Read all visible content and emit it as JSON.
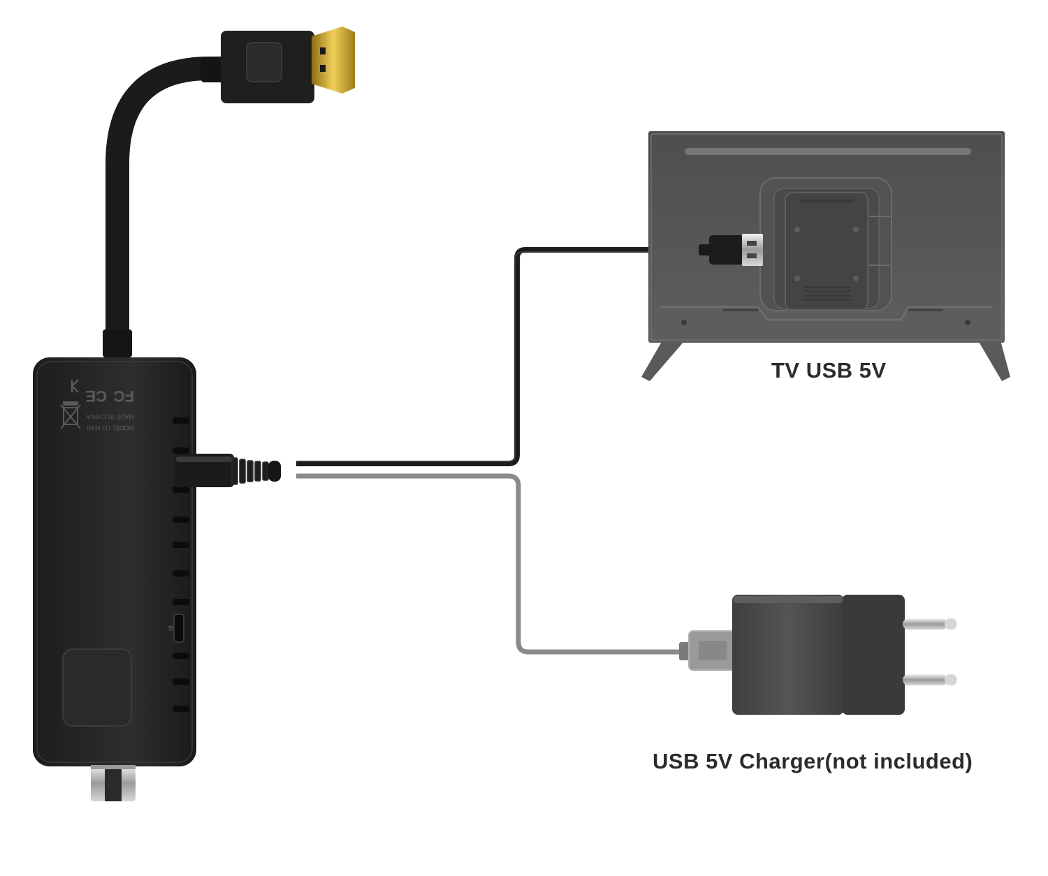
{
  "labels": {
    "tv": "TV USB 5V",
    "charger": "USB 5V Charger(not included)"
  },
  "device_markings": {
    "model": "MODEL:U3 MINI",
    "origin": "MADE IN CHINA",
    "port_label": "IR"
  },
  "colors": {
    "background": "#ffffff",
    "device_body": "#2a2a2a",
    "tv_body": "#5a5a5a",
    "charger_body": "#4a4a4a",
    "cable_tv": "#1c1c1c",
    "cable_charger": "#8a8a8a",
    "hdmi_gold": "#c9a227",
    "caption_text": "#2b2b2b"
  }
}
